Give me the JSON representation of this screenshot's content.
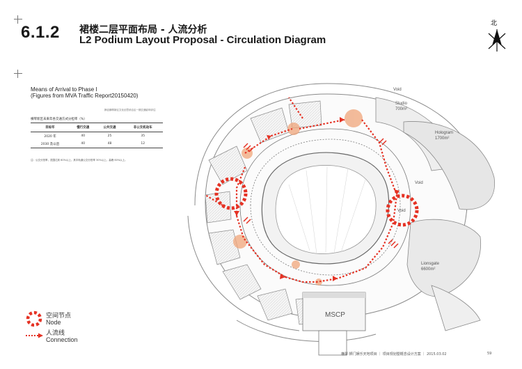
{
  "header": {
    "section_number": "6.1.2",
    "title_zh": "裙楼二层平面布局 - 人流分析",
    "title_en": "L2 Podium Layout Proposal - Circulation Diagram",
    "north_label": "北"
  },
  "means_of_arrival": {
    "title_line1": "Means of Arrival to Phase I",
    "title_line2": "(Figures from MVA Traffic Report20150420)",
    "caption": "摘自横琴新区文化创意综合区一期交通影响评估",
    "subtitle": "横琴新区未来年各交通方式分担率（%）",
    "columns": [
      "目标年",
      "慢行交通",
      "公共交通",
      "非公交机动车"
    ],
    "rows": [
      [
        "2020 年",
        "40",
        "25",
        "35"
      ],
      [
        "2030 及以后",
        "40",
        "48",
        "12"
      ]
    ],
    "note": "注：公交分担率，范围达到 60%以上，其中轨道公交分担率 30%以上，高峰 60%以上。"
  },
  "plan": {
    "labels": {
      "void_1": "Void",
      "studio": "Studio",
      "studio_area": "700m²",
      "hologram": "Hologram",
      "hologram_area": "1700m²",
      "void_2": "Void",
      "void_3": "Void",
      "lionsgate": "Lionsgate",
      "lionsgate_area": "6600m²",
      "mscp": "MSCP"
    },
    "colors": {
      "node": "#e53224",
      "connection": "#e53224",
      "highlight": "#f0a57a",
      "block": "#f1f1f1",
      "line": "#6f6f6f"
    }
  },
  "legend": {
    "node_zh": "空间节点",
    "node_en": "Node",
    "connection_zh": "人流线",
    "connection_en": "Connection"
  },
  "footer": {
    "project": "横琴·狮门娱乐天地项目 ｜ 项目规划暨概念设计方案 ｜ 2015.03.02",
    "page": "59"
  }
}
